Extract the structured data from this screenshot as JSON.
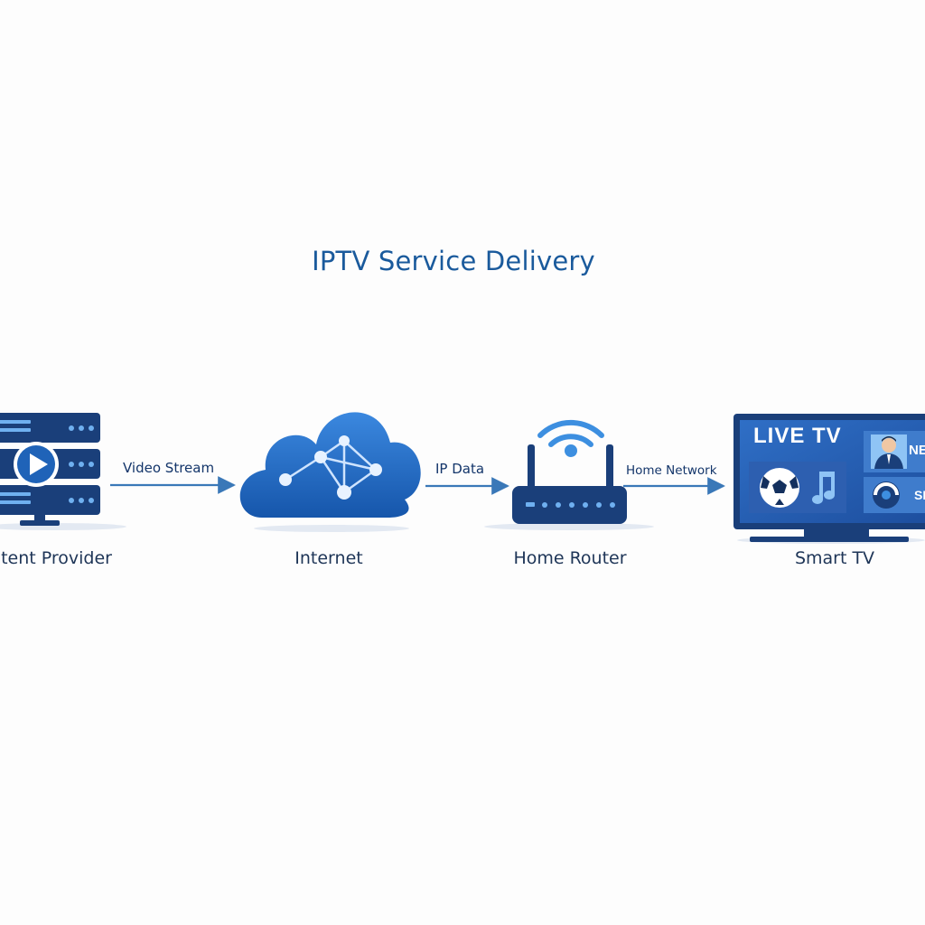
{
  "title": "IPTV Service Delivery",
  "nodes": [
    {
      "id": "content-provider",
      "label": "Content Provider",
      "icon": "server-rack-icon"
    },
    {
      "id": "internet",
      "label": "Internet",
      "icon": "cloud-network-icon"
    },
    {
      "id": "home-router",
      "label": "Home Router",
      "icon": "wifi-router-icon"
    },
    {
      "id": "smart-tv",
      "label": "Smart TV",
      "icon": "smart-tv-icon"
    }
  ],
  "edges": [
    {
      "from": "content-provider",
      "to": "internet",
      "label": "Video Stream"
    },
    {
      "from": "internet",
      "to": "home-router",
      "label": "IP Data"
    },
    {
      "from": "home-router",
      "to": "smart-tv",
      "label": "Home Network"
    }
  ],
  "tv_screen": {
    "banner": "LIVE TV",
    "tile_news": "NEWS",
    "tile_sports": "SPORTS"
  },
  "colors": {
    "primary_dark": "#1a3f7a",
    "primary": "#1f63b8",
    "accent": "#3d8fe0",
    "arrow": "#3a78b8",
    "label": "#1e3557"
  }
}
